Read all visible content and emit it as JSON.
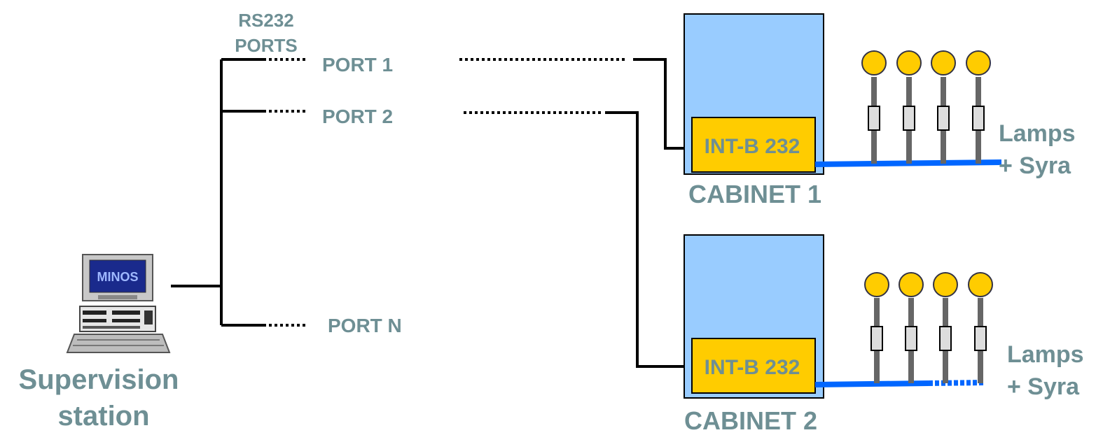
{
  "header": {
    "rs232_label_line1": "RS232",
    "rs232_label_line2": "PORTS"
  },
  "ports": [
    {
      "label": "PORT 1"
    },
    {
      "label": "PORT 2"
    },
    {
      "label": "PORT N"
    }
  ],
  "station": {
    "label_line1": "Supervision",
    "label_line2": "station",
    "screen_text": "MINOS"
  },
  "cabinets": [
    {
      "label": "CABINET 1",
      "module": "INT-B 232",
      "lamps_line1": "Lamps",
      "lamps_line2": "+ Syra"
    },
    {
      "label": "CABINET 2",
      "module": "INT-B 232",
      "lamps_line1": "Lamps",
      "lamps_line2": "+ Syra"
    }
  ],
  "colors": {
    "label_text": "#6e8f94",
    "cabinet_fill": "#99ccff",
    "module_fill": "#ffcc00",
    "lamp_fill": "#ffcc00",
    "bus_line": "#0066ff"
  },
  "icons": [
    "computer-icon",
    "lamp-icon"
  ]
}
